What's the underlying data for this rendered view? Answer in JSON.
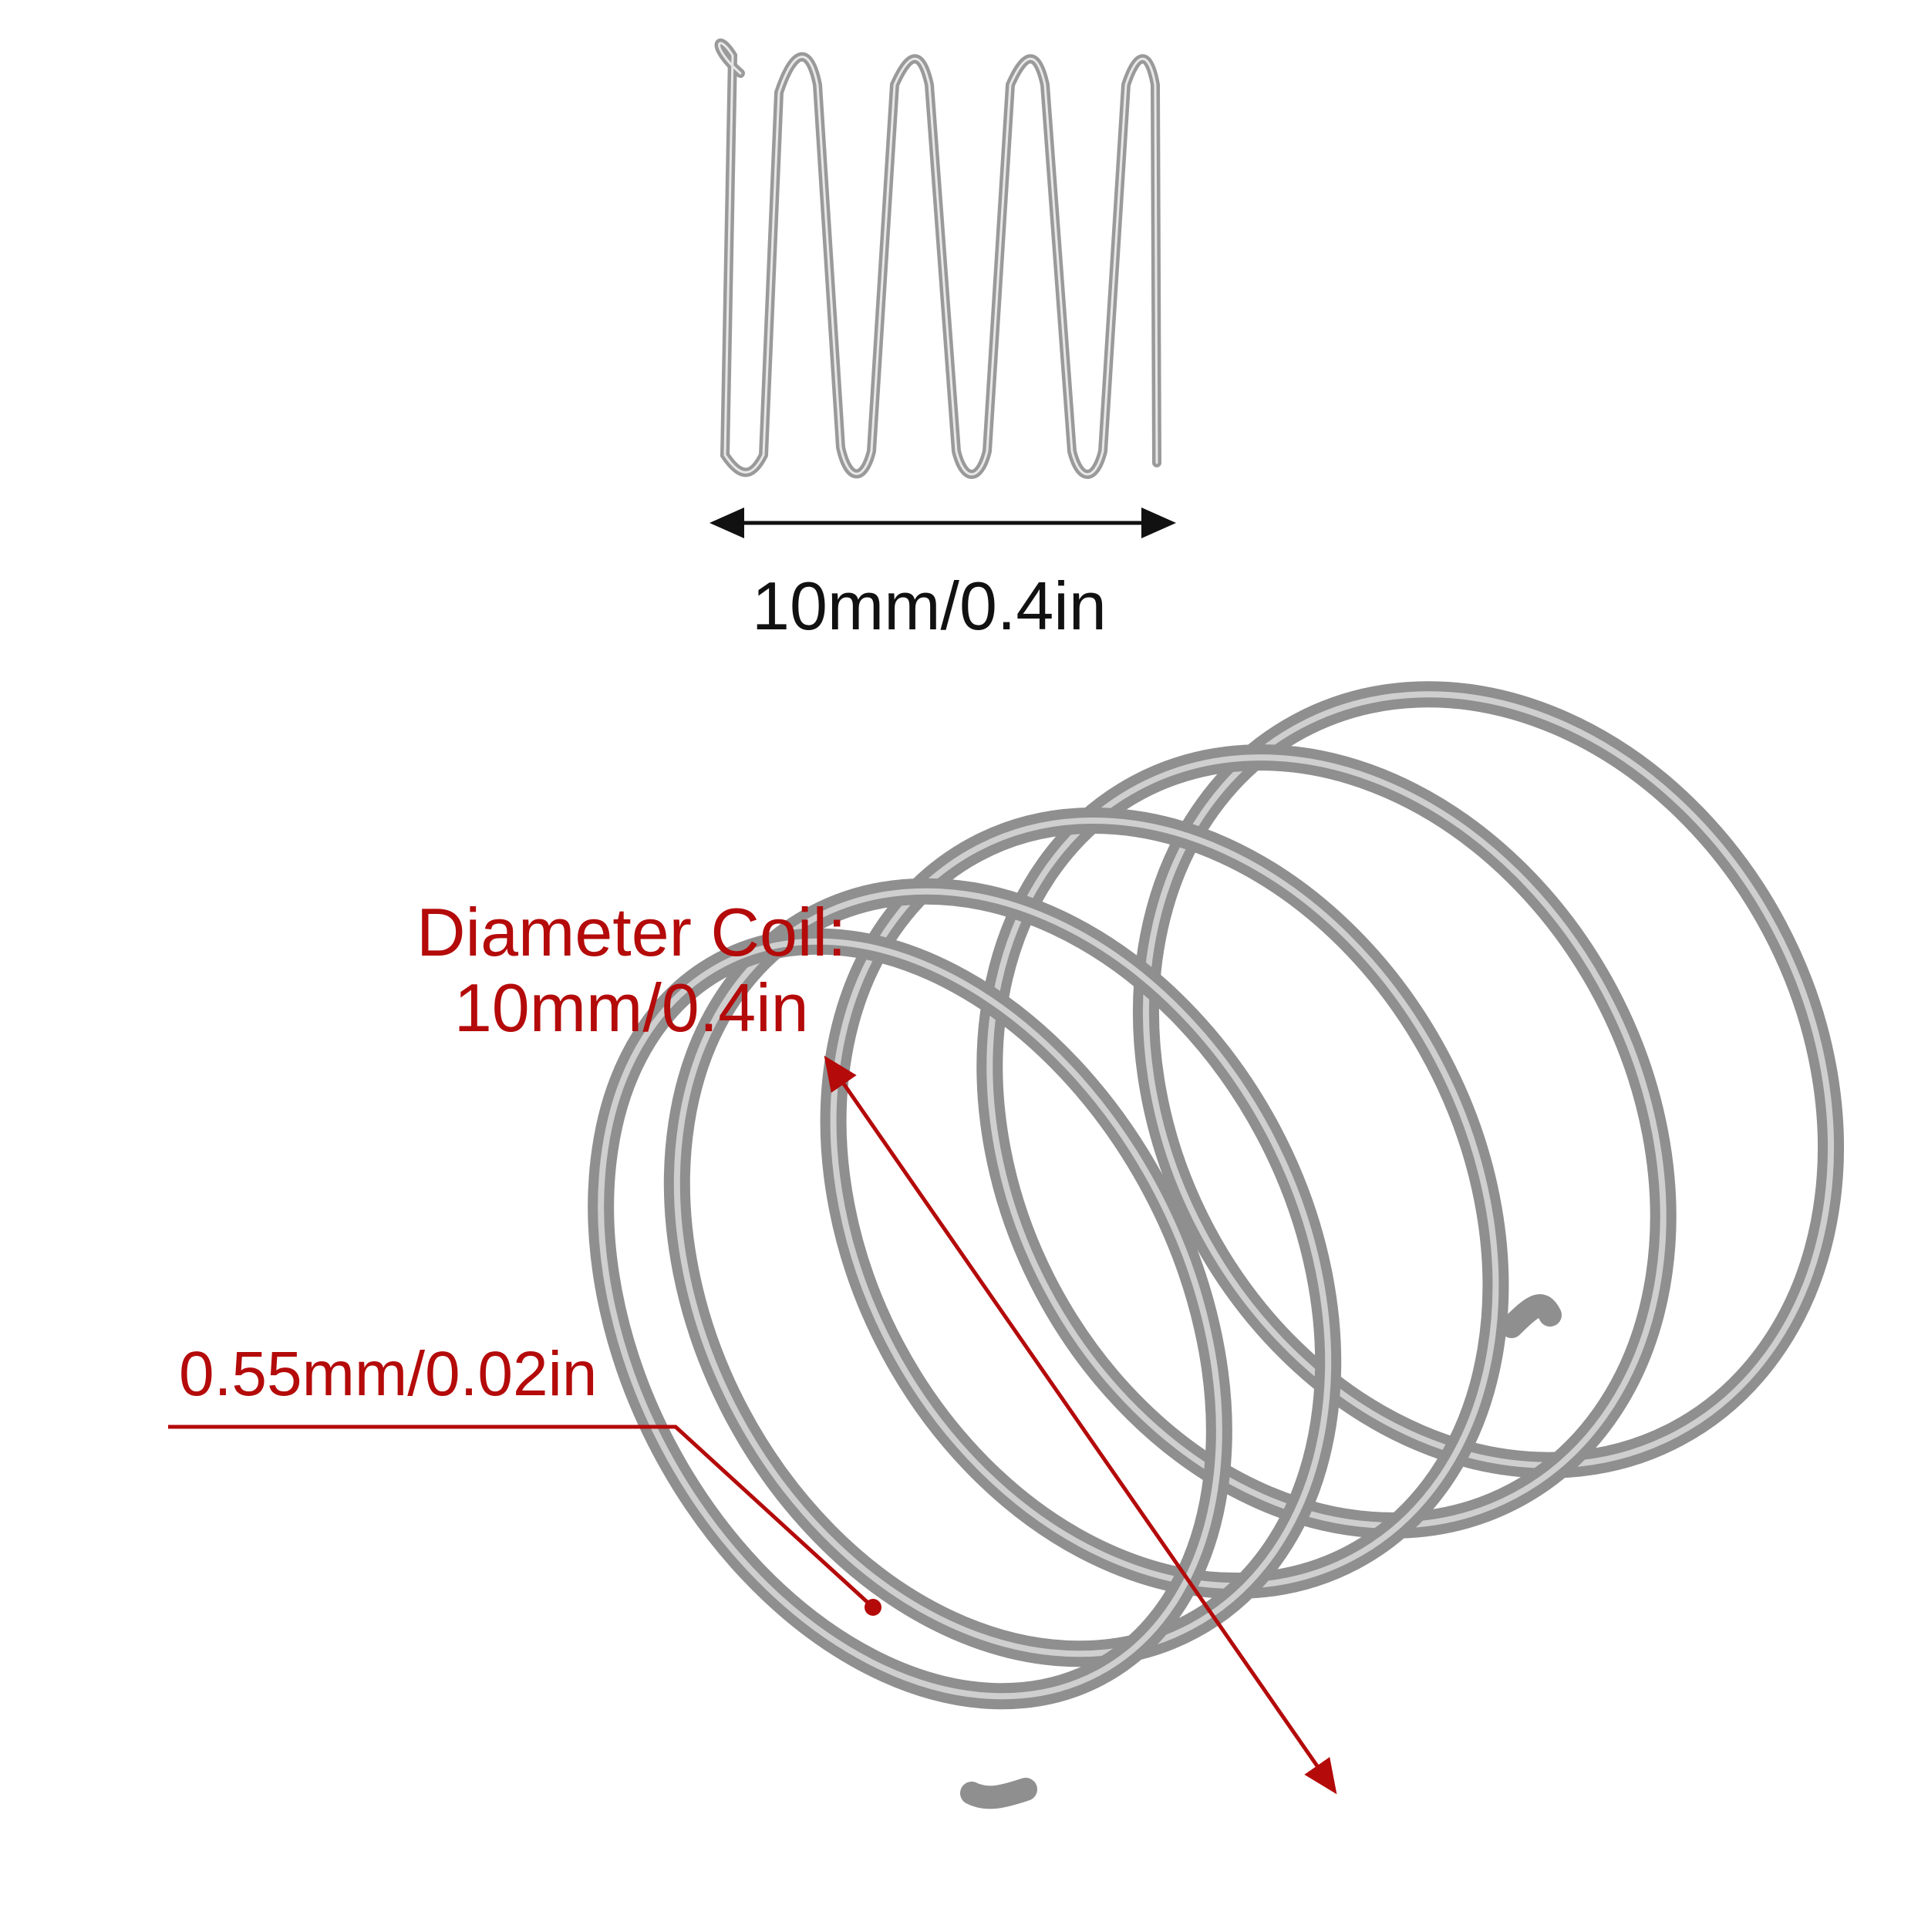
{
  "length_dimension": {
    "label": "10mm/0.4in",
    "color": "#111111"
  },
  "coil_diameter": {
    "line1": "Diameter Coil:",
    "line2": "10mm/0.4in",
    "color": "#b40a0a"
  },
  "wire_diameter": {
    "label": "0.55mm/0.02in",
    "color": "#b40a0a"
  },
  "spring_color": "#9a9a9a"
}
